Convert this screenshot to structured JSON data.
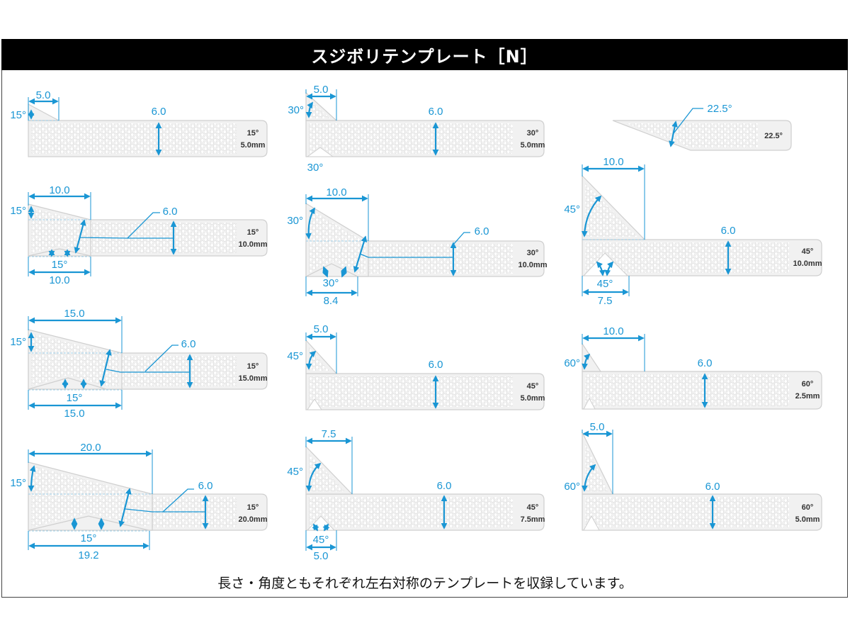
{
  "title": "スジボリテンプレート［N］",
  "caption": "長さ・角度ともそれぞれ左右対称のテンプレートを収録しています。",
  "colors": {
    "dimension_blue": "#1a96d4",
    "plate_fill": "#f1f1f1",
    "header_bg": "#000000"
  },
  "templates": [
    {
      "plate_angle": "15°",
      "plate_size": "5.0mm",
      "length": "5.0",
      "angle": "15°",
      "width": "6.0"
    },
    {
      "plate_angle": "15°",
      "plate_size": "10.0mm",
      "length": "10.0",
      "angle": "15°",
      "width": "6.0",
      "bottom_angle": "15°",
      "bottom_length": "10.0"
    },
    {
      "plate_angle": "15°",
      "plate_size": "15.0mm",
      "length": "15.0",
      "angle": "15°",
      "width": "6.0",
      "bottom_angle": "15°",
      "bottom_length": "15.0"
    },
    {
      "plate_angle": "15°",
      "plate_size": "20.0mm",
      "length": "20.0",
      "angle": "15°",
      "width": "6.0",
      "bottom_angle": "15°",
      "bottom_length": "19.2"
    },
    {
      "plate_angle": "30°",
      "plate_size": "5.0mm",
      "length": "5.0",
      "angle": "30°",
      "width": "6.0",
      "bottom_angle": "30°"
    },
    {
      "plate_angle": "30°",
      "plate_size": "10.0mm",
      "length": "10.0",
      "angle": "30°",
      "width": "6.0",
      "bottom_angle": "30°",
      "bottom_length": "8.4"
    },
    {
      "plate_angle": "45°",
      "plate_size": "5.0mm",
      "length": "5.0",
      "angle": "45°",
      "width": "6.0"
    },
    {
      "plate_angle": "45°",
      "plate_size": "7.5mm",
      "length": "7.5",
      "angle": "45°",
      "width": "6.0",
      "bottom_angle": "45°",
      "bottom_length": "5.0"
    },
    {
      "plate_angle": "22.5°",
      "angle": "22.5°"
    },
    {
      "plate_angle": "45°",
      "plate_size": "10.0mm",
      "length": "10.0",
      "angle": "45°",
      "width": "6.0",
      "bottom_angle": "45°",
      "bottom_length": "7.5"
    },
    {
      "plate_angle": "60°",
      "plate_size": "2.5mm",
      "length": "10.0",
      "angle": "60°",
      "width": "6.0"
    },
    {
      "plate_angle": "60°",
      "plate_size": "5.0mm",
      "length": "5.0",
      "angle": "60°",
      "width": "6.0"
    }
  ]
}
